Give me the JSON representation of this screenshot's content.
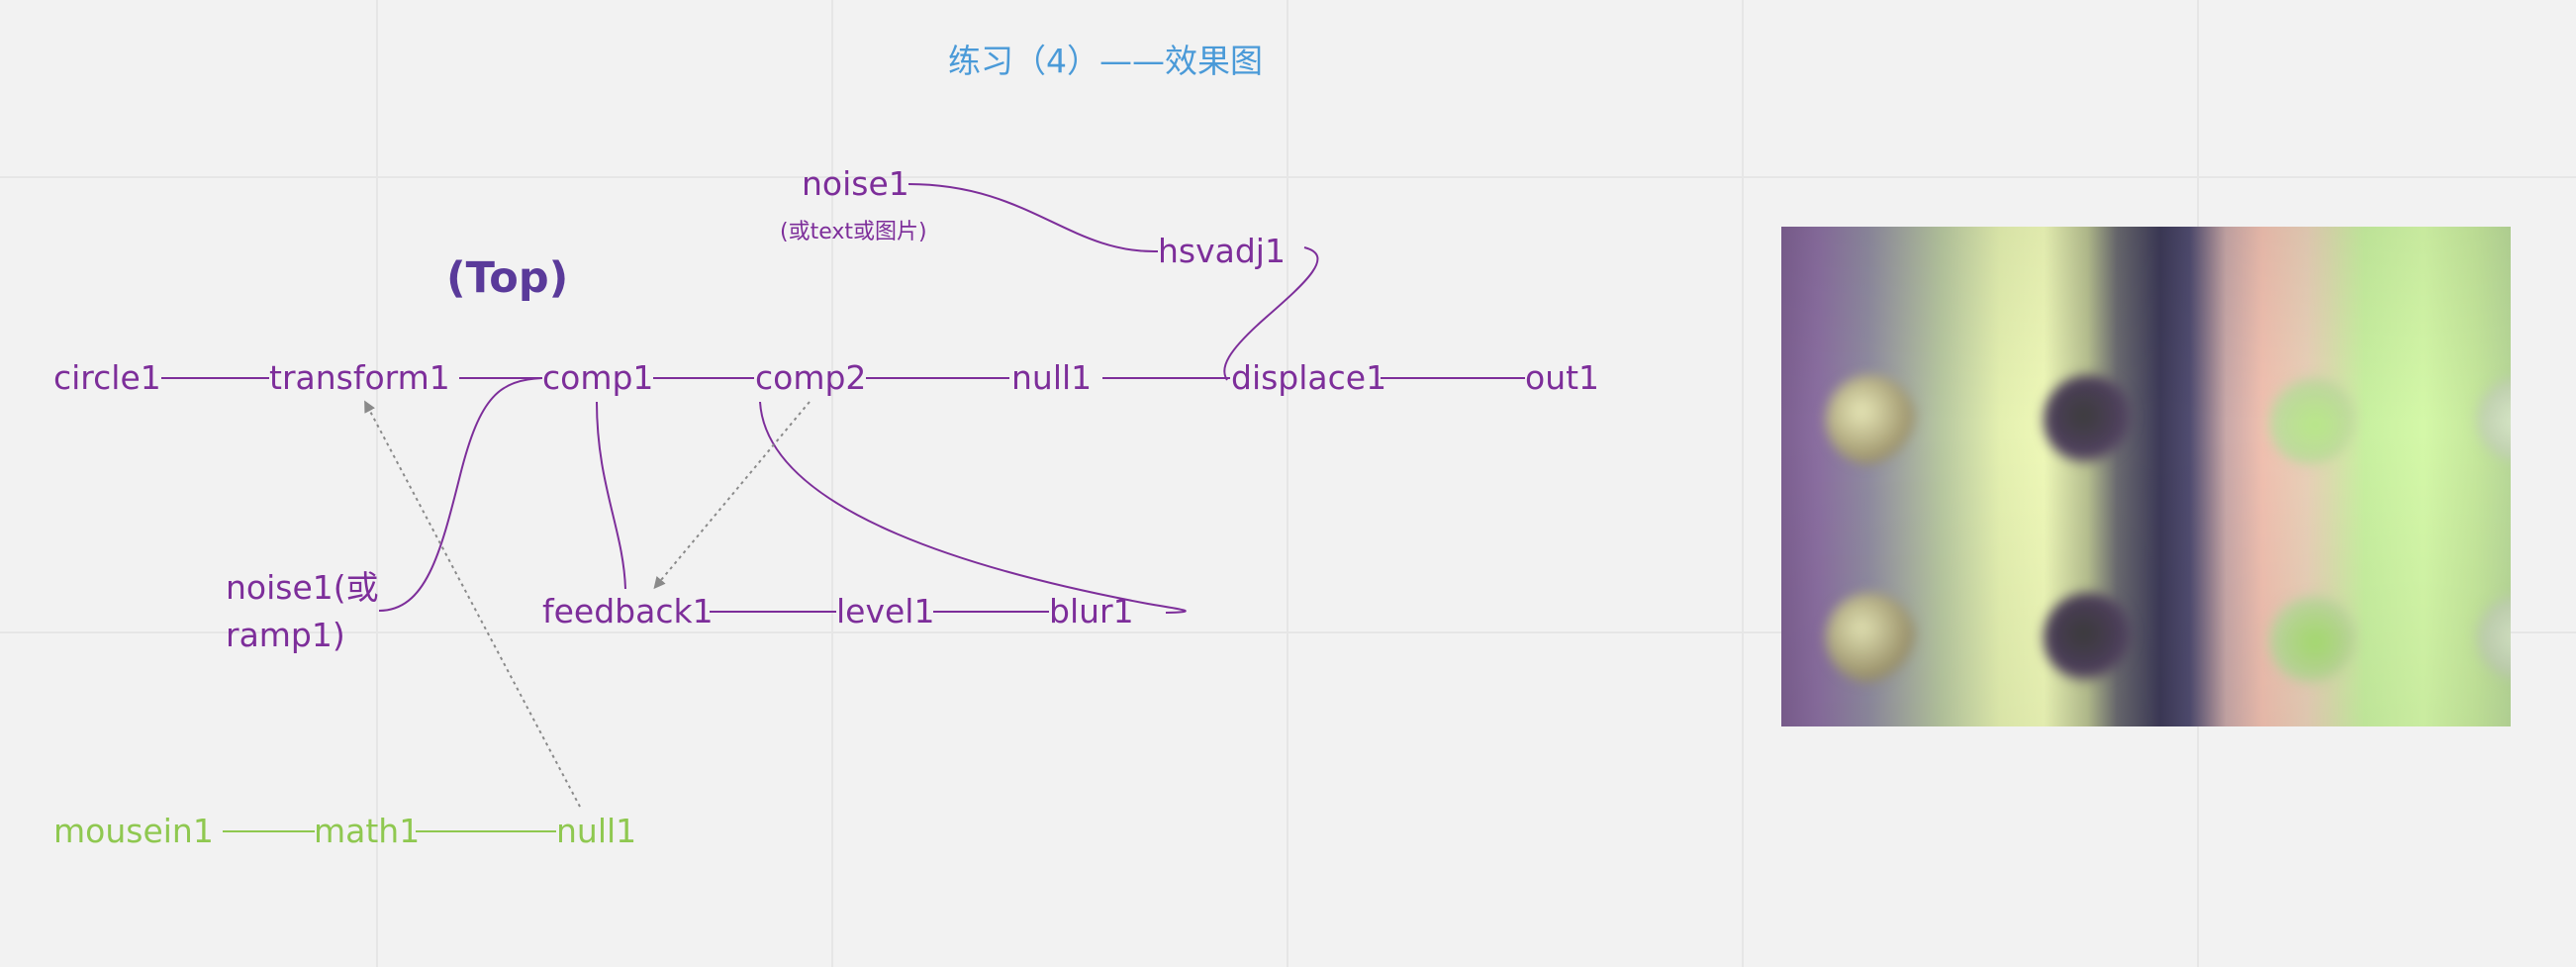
{
  "title": "练习（4）——效果图",
  "heading": "(Top)",
  "note": "(或text或图片)",
  "nodes": {
    "circle1": "circle1",
    "transform1": "transform1",
    "comp1": "comp1",
    "comp2": "comp2",
    "null1": "null1",
    "displace1": "displace1",
    "out1": "out1",
    "noise1_top": "noise1",
    "hsvadj1": "hsvadj1",
    "noise1_ramp": "noise1(或ramp1)",
    "feedback1": "feedback1",
    "level1": "level1",
    "blur1": "blur1",
    "mousein1": "mousein1",
    "math1": "math1",
    "null1_bottom": "null1"
  },
  "colors": {
    "top_network": "#7d2e9a",
    "mouse_network": "#8fc850",
    "title": "#4a9ad8",
    "heading": "#5a3a9a",
    "arrow": "#8a8a8a"
  }
}
